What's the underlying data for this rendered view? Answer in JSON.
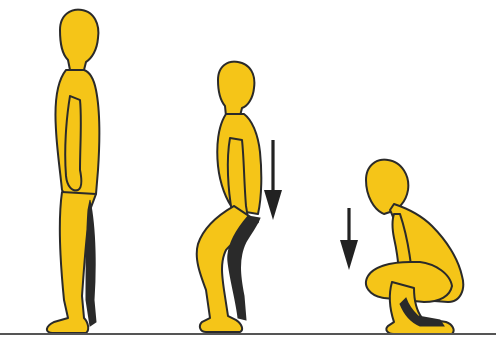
{
  "figure": {
    "colors": {
      "body_fill": "#F5C518",
      "body_shade": "#E0A80F",
      "outline": "#2a2a2a",
      "ground": "#555555",
      "arrow": "#222222"
    },
    "figures": [
      {
        "pose": "standing"
      },
      {
        "pose": "half-squat"
      },
      {
        "pose": "full-squat"
      }
    ],
    "arrows": [
      {
        "direction": "down",
        "icon": "down-arrow-icon"
      },
      {
        "direction": "down",
        "icon": "down-arrow-icon"
      }
    ]
  }
}
